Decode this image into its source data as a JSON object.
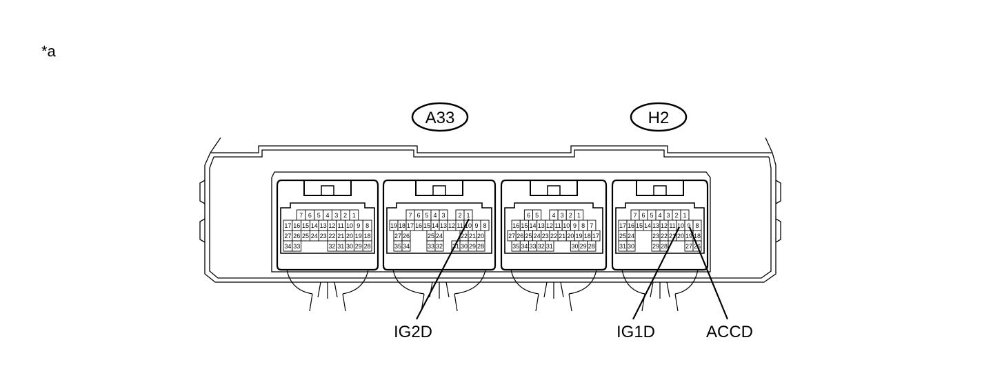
{
  "figure_marker": "*a",
  "connectors": [
    {
      "id": "A33",
      "label": "A33",
      "blocks": [
        {
          "rows": [
            [
              "7",
              "6",
              "5",
              "4",
              "3",
              "2",
              "1"
            ],
            [
              "17",
              "16",
              "15",
              "14",
              "13",
              "12",
              "11",
              "10",
              "9",
              "8"
            ],
            [
              "27",
              "26",
              "25",
              "24",
              "23",
              "22",
              "21",
              "20",
              "19",
              "18"
            ],
            [
              "34",
              "33",
              "",
              "",
              "",
              "32",
              "31",
              "30",
              "29",
              "28"
            ]
          ]
        },
        {
          "rows": [
            [
              "7",
              "6",
              "5",
              "4",
              "3",
              "",
              "2",
              "1"
            ],
            [
              "19",
              "18",
              "17",
              "16",
              "15",
              "14",
              "13",
              "12",
              "11",
              "10",
              "9",
              "8"
            ],
            [
              "27",
              "26",
              "",
              "",
              "25",
              "24",
              "",
              "",
              "22",
              "21",
              "20"
            ],
            [
              "35",
              "34",
              "",
              "",
              "33",
              "32",
              "",
              "31",
              "30",
              "29",
              "28"
            ]
          ]
        }
      ]
    },
    {
      "id": "H2",
      "label": "H2",
      "blocks": [
        {
          "rows": [
            [
              "6",
              "5",
              "",
              "4",
              "3",
              "2",
              "1"
            ],
            [
              "16",
              "15",
              "14",
              "13",
              "12",
              "11",
              "10",
              "9",
              "8",
              "7"
            ],
            [
              "27",
              "26",
              "25",
              "24",
              "23",
              "22",
              "21",
              "20",
              "19",
              "18",
              "17"
            ],
            [
              "35",
              "34",
              "33",
              "32",
              "31",
              "",
              "",
              "30",
              "29",
              "28"
            ]
          ]
        },
        {
          "rows": [
            [
              "7",
              "6",
              "5",
              "4",
              "3",
              "2",
              "1"
            ],
            [
              "17",
              "16",
              "15",
              "14",
              "13",
              "12",
              "11",
              "10",
              "9",
              "8"
            ],
            [
              "25",
              "24",
              "",
              "",
              "23",
              "22",
              "21",
              "20",
              "19",
              "18"
            ],
            [
              "31",
              "30",
              "",
              "",
              "29",
              "28",
              "",
              "",
              "27",
              "26"
            ]
          ]
        }
      ]
    }
  ],
  "callouts": [
    {
      "id": "ig2d",
      "label": "IG2D"
    },
    {
      "id": "ig1d",
      "label": "IG1D"
    },
    {
      "id": "accd",
      "label": "ACCD"
    }
  ]
}
